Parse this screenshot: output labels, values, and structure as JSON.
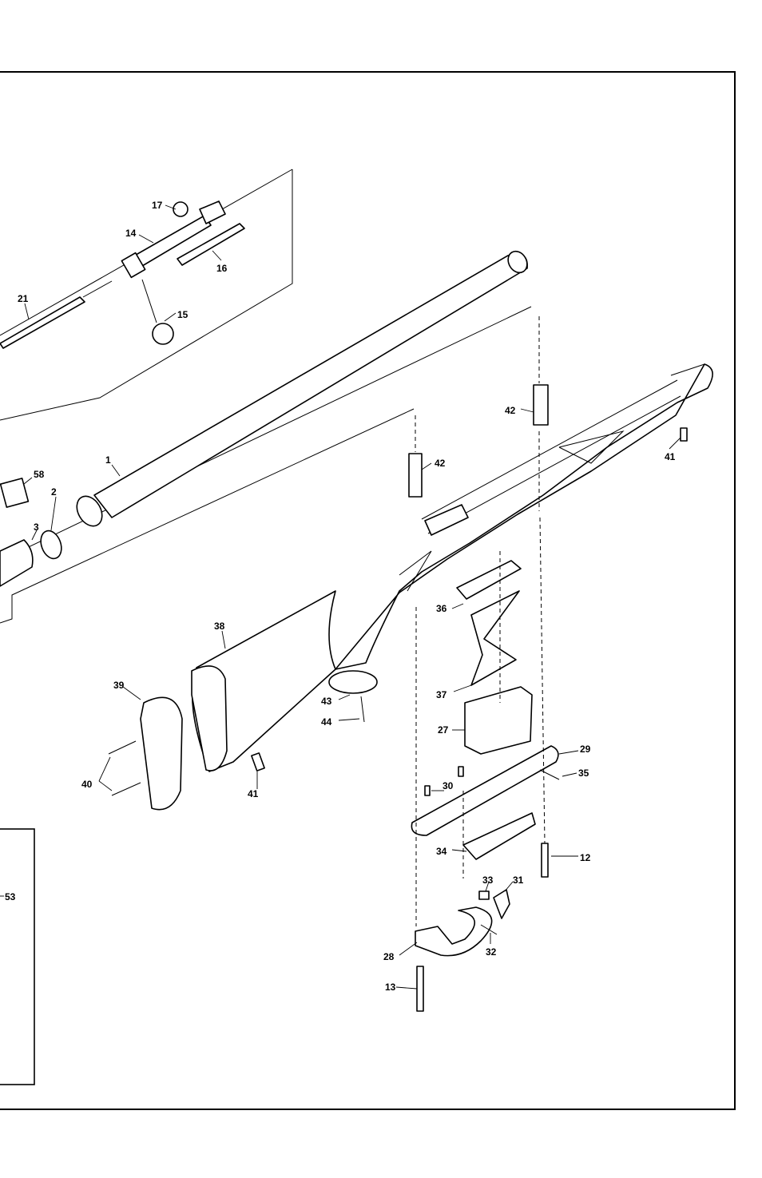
{
  "callouts": [
    {
      "id": "p17",
      "text": "17"
    },
    {
      "id": "p14",
      "text": "14"
    },
    {
      "id": "p16",
      "text": "16"
    },
    {
      "id": "p21",
      "text": "21"
    },
    {
      "id": "p15",
      "text": "15"
    },
    {
      "id": "p42a",
      "text": "42"
    },
    {
      "id": "p41a",
      "text": "41"
    },
    {
      "id": "p1",
      "text": "1"
    },
    {
      "id": "p42b",
      "text": "42"
    },
    {
      "id": "p58",
      "text": "58"
    },
    {
      "id": "p2",
      "text": "2"
    },
    {
      "id": "p3",
      "text": "3"
    },
    {
      "id": "p38",
      "text": "38"
    },
    {
      "id": "p36",
      "text": "36"
    },
    {
      "id": "p39",
      "text": "39"
    },
    {
      "id": "p37",
      "text": "37"
    },
    {
      "id": "p43",
      "text": "43"
    },
    {
      "id": "p44",
      "text": "44"
    },
    {
      "id": "p27",
      "text": "27"
    },
    {
      "id": "p29",
      "text": "29"
    },
    {
      "id": "p40",
      "text": "40"
    },
    {
      "id": "p41b",
      "text": "41"
    },
    {
      "id": "p30",
      "text": "30"
    },
    {
      "id": "p35",
      "text": "35"
    },
    {
      "id": "p34",
      "text": "34"
    },
    {
      "id": "p12",
      "text": "12"
    },
    {
      "id": "p53",
      "text": "53"
    },
    {
      "id": "p33",
      "text": "33"
    },
    {
      "id": "p31",
      "text": "31"
    },
    {
      "id": "p28",
      "text": "28"
    },
    {
      "id": "p32",
      "text": "32"
    },
    {
      "id": "p13",
      "text": "13"
    }
  ]
}
